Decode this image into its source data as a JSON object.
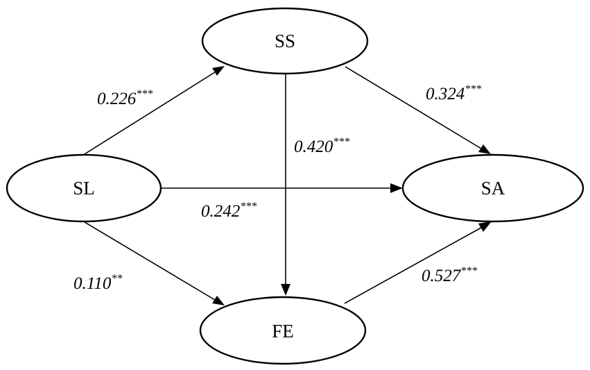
{
  "nodes": {
    "SS": {
      "label": "SS"
    },
    "SL": {
      "label": "SL"
    },
    "SA": {
      "label": "SA"
    },
    "FE": {
      "label": "FE"
    }
  },
  "paths": [
    {
      "from": "SL",
      "to": "SS",
      "coef": "0.226",
      "sig": "***"
    },
    {
      "from": "SS",
      "to": "SA",
      "coef": "0.324",
      "sig": "***"
    },
    {
      "from": "SS",
      "to": "FE",
      "coef": "0.420",
      "sig": "***"
    },
    {
      "from": "SL",
      "to": "SA",
      "coef": "0.242",
      "sig": "***"
    },
    {
      "from": "SL",
      "to": "FE",
      "coef": "0.110",
      "sig": "**"
    },
    {
      "from": "FE",
      "to": "SA",
      "coef": "0.527",
      "sig": "***"
    }
  ]
}
